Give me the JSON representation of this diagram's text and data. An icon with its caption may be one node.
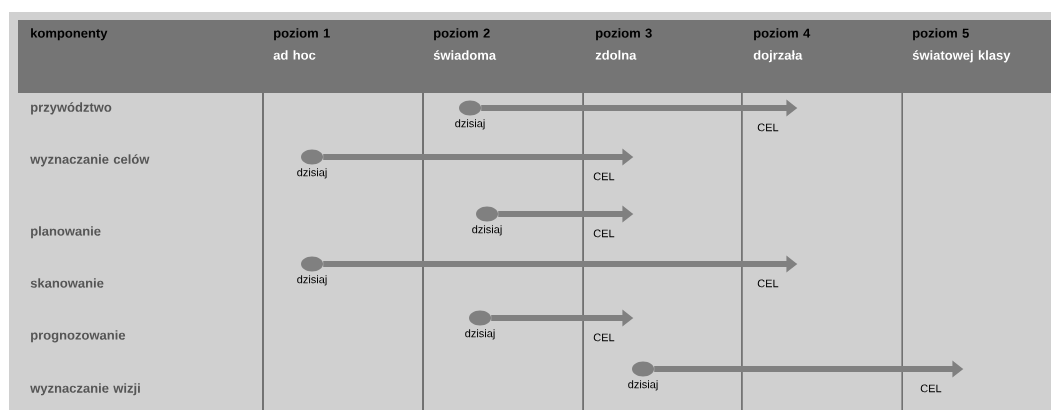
{
  "diagram": {
    "nodes": [
      {
        "text": [],
        "shape": "circle",
        "beside": [
          "dzisiaj"
        ]
      },
      {
        "text": [
          "CEL"
        ]
      },
      {
        "text": [],
        "shape": "circle",
        "beside": [
          "dzisiaj"
        ]
      },
      {
        "text": [
          "CEL"
        ]
      },
      {
        "text": [],
        "shape": "circle",
        "beside": [
          "dzisiaj"
        ]
      },
      {
        "text": [
          "CEL"
        ]
      },
      {
        "text": [],
        "shape": "circle",
        "beside": [
          "dzisiaj"
        ]
      },
      {
        "text": [
          "CEL"
        ]
      },
      {
        "text": [],
        "shape": "circle",
        "beside": [
          "dzisiaj"
        ]
      },
      {
        "text": [
          "CEL"
        ]
      },
      {
        "text": [],
        "shape": "circle",
        "beside": [
          "dzisiaj"
        ]
      },
      {
        "text": [
          "CEL"
        ]
      }
    ],
    "edges": [
      {
        "from": 0,
        "to": 1,
        "arrow": "to"
      },
      {
        "from": 2,
        "to": 3,
        "arrow": "to"
      },
      {
        "from": 4,
        "to": 5,
        "arrow": "to"
      },
      {
        "from": 6,
        "to": 7,
        "arrow": "to"
      },
      {
        "from": 8,
        "to": 9,
        "arrow": "to"
      },
      {
        "from": 10,
        "to": 11,
        "arrow": "to"
      }
    ],
    "labels": [
      "komponenty",
      "poziom 1",
      "ad hoc",
      "poziom 2",
      "świadoma",
      "poziom 3",
      "zdolna",
      "poziom 4",
      "dojrzała",
      "poziom 5",
      "światowej klasy",
      "przywództwo",
      "wyznaczanie celów",
      "planowanie",
      "skanowanie",
      "prognozowanie",
      "wyznaczanie wizji"
    ]
  }
}
